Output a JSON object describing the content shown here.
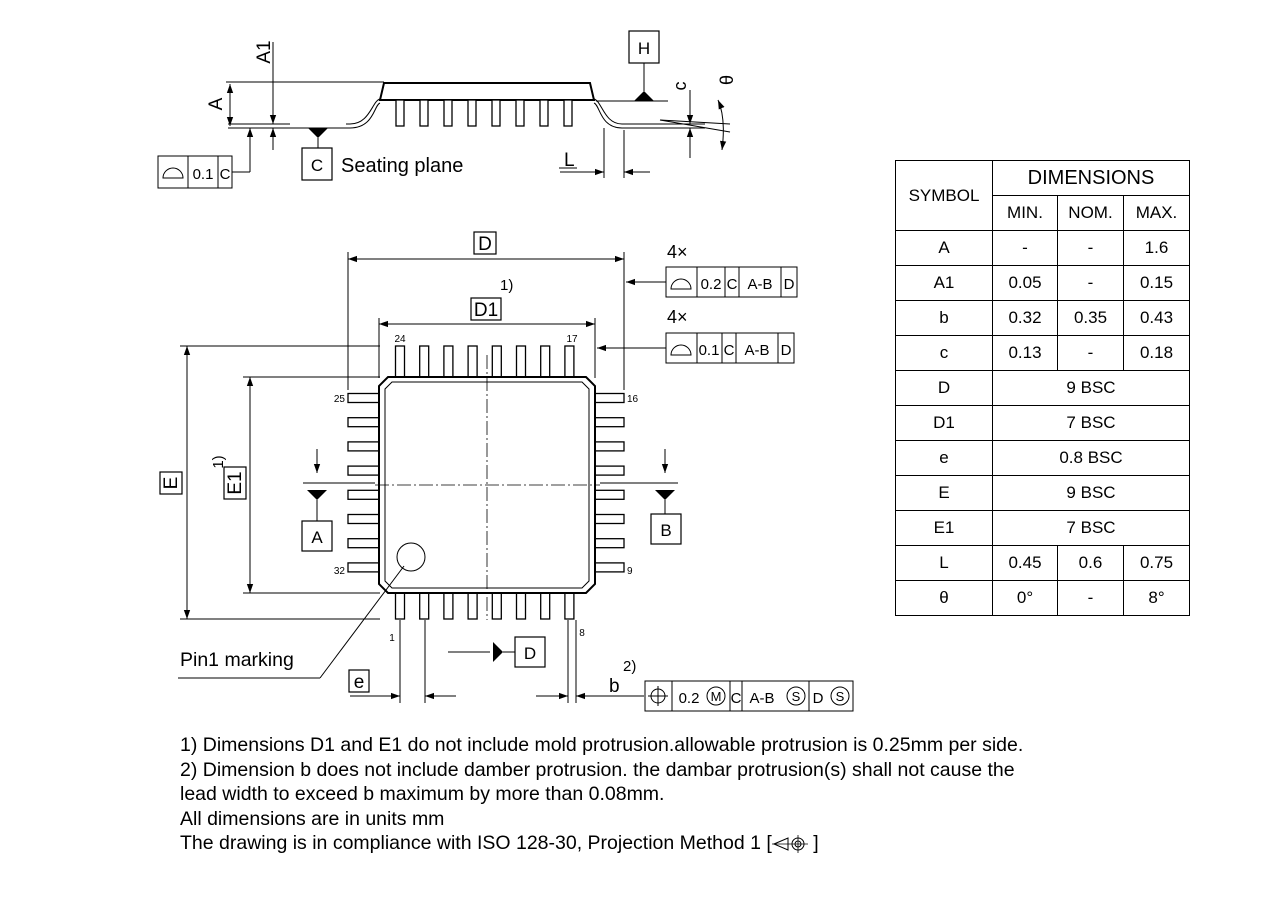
{
  "side_view": {
    "datum_h": "H",
    "datum_c": "C",
    "seating_plane": "Seating plane",
    "label_a": "A",
    "label_a1": "A1",
    "label_c": "c",
    "label_theta": "θ",
    "label_l": "L",
    "fcf_flatness": {
      "value": "0.1",
      "datum": "C"
    }
  },
  "top_view": {
    "label_d": "D",
    "label_d1": "D1",
    "label_e": "E",
    "label_e1": "E1",
    "note_ref_1a": "1)",
    "note_ref_1b": "1)",
    "note_ref_2": "2)",
    "label_e_pitch": "e",
    "label_b": "b",
    "datum_a": "A",
    "datum_b": "B",
    "datum_d": "D",
    "pin_numbers": {
      "p1": "1",
      "p8": "8",
      "p9": "9",
      "p16": "16",
      "p17": "17",
      "p24": "24",
      "p25": "25",
      "p32": "32"
    },
    "pin1_marking": "Pin1 marking",
    "fcf_upper": {
      "multiplier": "4×",
      "value": "0.2",
      "datums": [
        "C",
        "A-B",
        "D"
      ]
    },
    "fcf_lower": {
      "multiplier": "4×",
      "value": "0.1",
      "datums": [
        "C",
        "A-B",
        "D"
      ]
    },
    "fcf_position": {
      "value": "0.2",
      "modifier": "M",
      "datums": [
        "C",
        "A-B",
        "S",
        "D",
        "S"
      ]
    }
  },
  "dimensions_table": {
    "symbol_header": "SYMBOL",
    "group_header": "DIMENSIONS",
    "columns": [
      "MIN.",
      "NOM.",
      "MAX."
    ],
    "rows": [
      {
        "symbol": "A",
        "min": "-",
        "nom": "-",
        "max": "1.6"
      },
      {
        "symbol": "A1",
        "min": "0.05",
        "nom": "-",
        "max": "0.15"
      },
      {
        "symbol": "b",
        "min": "0.32",
        "nom": "0.35",
        "max": "0.43"
      },
      {
        "symbol": "c",
        "min": "0.13",
        "nom": "-",
        "max": "0.18"
      },
      {
        "symbol": "D",
        "span": "9 BSC"
      },
      {
        "symbol": "D1",
        "span": "7 BSC"
      },
      {
        "symbol": "e",
        "span": "0.8 BSC"
      },
      {
        "symbol": "E",
        "span": "9 BSC"
      },
      {
        "symbol": "E1",
        "span": "7 BSC"
      },
      {
        "symbol": "L",
        "min": "0.45",
        "nom": "0.6",
        "max": "0.75"
      },
      {
        "symbol": "θ",
        "min": "0°",
        "nom": "-",
        "max": "8°"
      }
    ]
  },
  "notes": {
    "line1": "1) Dimensions D1 and E1 do not include mold protrusion.allowable protrusion is 0.25mm per side.",
    "line2": "2) Dimension b does not include damber protrusion. the dambar protrusion(s) shall not cause the",
    "line3": "lead width to exceed b maximum by more than 0.08mm.",
    "line4": "All dimensions are in units mm",
    "line5_prefix": "The drawing is in compliance with ISO 128-30, Projection Method 1 [",
    "line5_suffix": "]"
  }
}
